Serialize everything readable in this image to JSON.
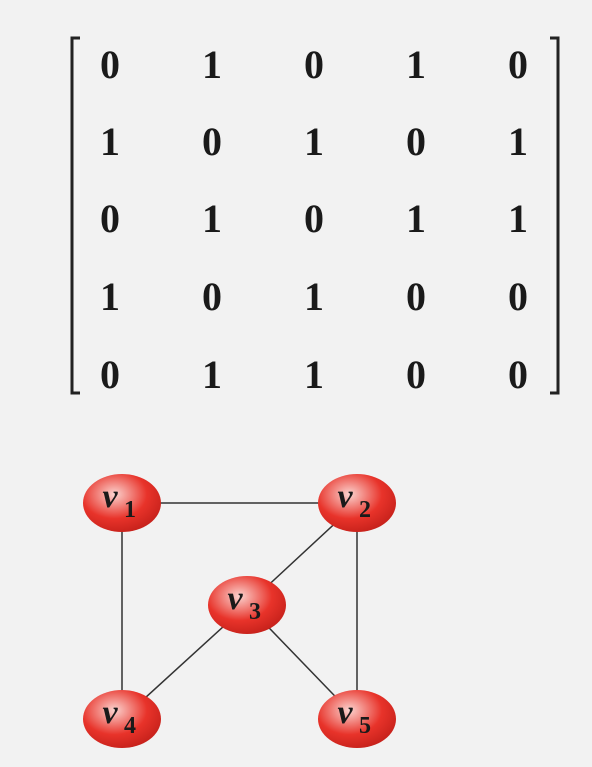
{
  "matrix": {
    "rows": [
      [
        "0",
        "1",
        "0",
        "1",
        "0"
      ],
      [
        "1",
        "0",
        "1",
        "0",
        "1"
      ],
      [
        "0",
        "1",
        "0",
        "1",
        "1"
      ],
      [
        "1",
        "0",
        "1",
        "0",
        "0"
      ],
      [
        "0",
        "1",
        "1",
        "0",
        "0"
      ]
    ]
  },
  "graph": {
    "vertices": [
      {
        "id": "v1",
        "letter": "v",
        "sub": "1"
      },
      {
        "id": "v2",
        "letter": "v",
        "sub": "2"
      },
      {
        "id": "v3",
        "letter": "v",
        "sub": "3"
      },
      {
        "id": "v4",
        "letter": "v",
        "sub": "4"
      },
      {
        "id": "v5",
        "letter": "v",
        "sub": "5"
      }
    ],
    "edges": [
      [
        "v1",
        "v2"
      ],
      [
        "v1",
        "v4"
      ],
      [
        "v2",
        "v3"
      ],
      [
        "v2",
        "v5"
      ],
      [
        "v3",
        "v4"
      ],
      [
        "v3",
        "v5"
      ]
    ],
    "node_color": "#e8332a",
    "node_highlight": "#fbd3cf",
    "edge_color": "#333333"
  }
}
